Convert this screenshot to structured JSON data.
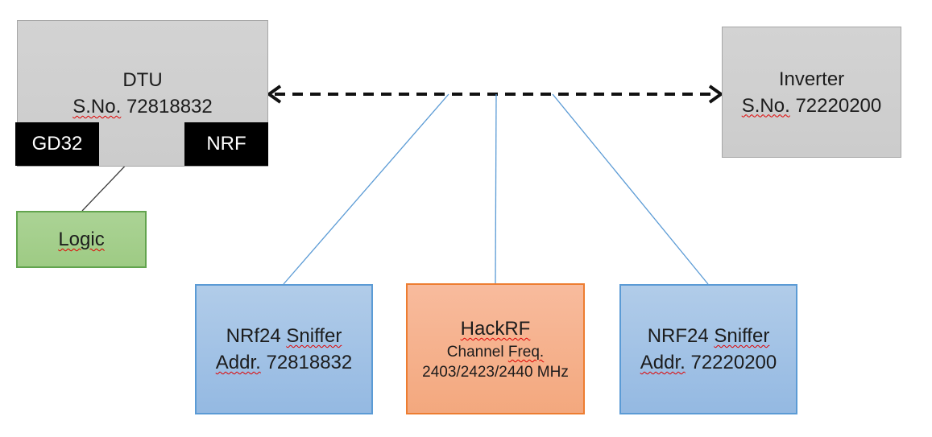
{
  "diagram": {
    "nodes": {
      "dtu": {
        "title": "DTU",
        "sno_label": "S.No.",
        "serial": " 72818832"
      },
      "gd32": {
        "label": "GD32"
      },
      "nrf": {
        "label": "NRF"
      },
      "logic": {
        "label": "Logic"
      },
      "inverter": {
        "title": "Inverter",
        "sno_label": "S.No.",
        "serial": " 72220200"
      },
      "sniffer1": {
        "name": "NRf24 ",
        "type_word": "Sniffer",
        "addr_label": "Addr.",
        "addr_value": " 72818832"
      },
      "hackrf": {
        "title": "HackRF",
        "freq_prefix": "Channel ",
        "freq_word": "Freq.",
        "frequencies": "2403/2423/2440 MHz"
      },
      "sniffer2": {
        "name": "NRF24 ",
        "type_word": "Sniffer",
        "addr_label": "Addr.",
        "addr_value": " 72220200"
      }
    },
    "connections": [
      {
        "from": "dtu",
        "to": "inverter",
        "style": "dashed-double-arrow"
      },
      {
        "from": "gd32",
        "to": "nrf",
        "style": "solid-double-arrow"
      },
      {
        "from": "gd32-nrf-link",
        "to": "logic",
        "style": "thin-line"
      },
      {
        "from": "rf-link",
        "to": "sniffer1",
        "style": "thin-blue-line"
      },
      {
        "from": "rf-link",
        "to": "hackrf",
        "style": "thin-blue-line"
      },
      {
        "from": "rf-link",
        "to": "sniffer2",
        "style": "thin-blue-line"
      }
    ],
    "colors": {
      "gray_fill": "#d0d0d0",
      "gray_border": "#a6a6a6",
      "green_fill": "#a9d18e",
      "green_border": "#62a44e",
      "blue_fill": "#a3c3e6",
      "blue_border": "#5b9bd5",
      "orange_fill": "#f6b28e",
      "orange_border": "#ed7d31",
      "connector_blue": "#5b9bd5",
      "arrow_black": "#111111",
      "squiggle_red": "#e00000"
    }
  }
}
